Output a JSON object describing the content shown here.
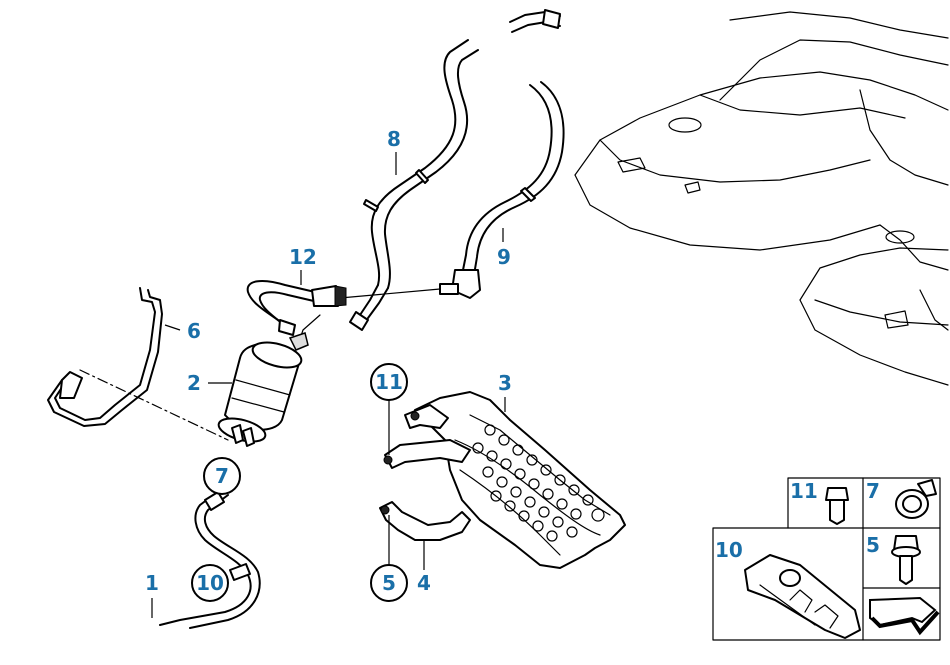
{
  "diagram": {
    "callouts": {
      "c1": "1",
      "c2": "2",
      "c3": "3",
      "c4": "4",
      "c5": "5",
      "c6": "6",
      "c7": "7",
      "c8": "8",
      "c9": "9",
      "c10": "10",
      "c11": "11",
      "c12": "12"
    },
    "legend": {
      "box_11": "11",
      "box_7": "7",
      "box_10": "10",
      "box_5": "5"
    },
    "label_color": "#1a6fa8"
  }
}
